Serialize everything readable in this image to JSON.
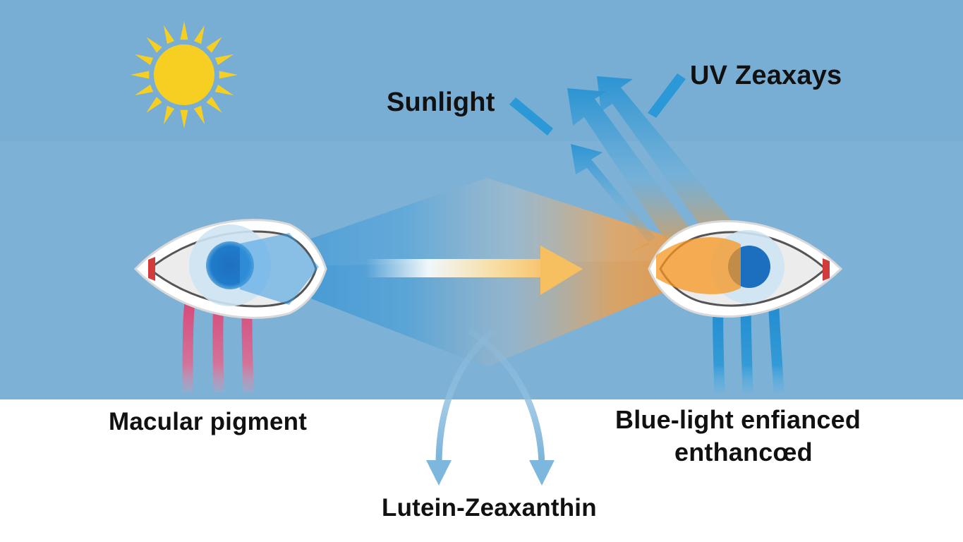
{
  "labels": {
    "sunlight": "Sunlight",
    "uv_rays": "UV Zeaxays",
    "macular_pigment": "Macular pigment",
    "blue_light_line1": "Blue-light enfianced",
    "blue_light_line2": "enthancœd",
    "lutein_zeaxanthin": "Lutein-Zeaxanthin"
  },
  "icons": {
    "sun": "sun-icon",
    "left_eye": "eye-icon",
    "right_eye": "eye-icon"
  },
  "colors": {
    "sky": "#79aed4",
    "ground": "#ffffff",
    "sun": "#f7cf22",
    "light_blue_beam": "#2f8fd4",
    "orange_beam": "#f29a3a",
    "pink_stripes": "#d94270",
    "blue_stripes": "#1e8fd0",
    "iris": "#1a73c6",
    "text": "#111111"
  }
}
